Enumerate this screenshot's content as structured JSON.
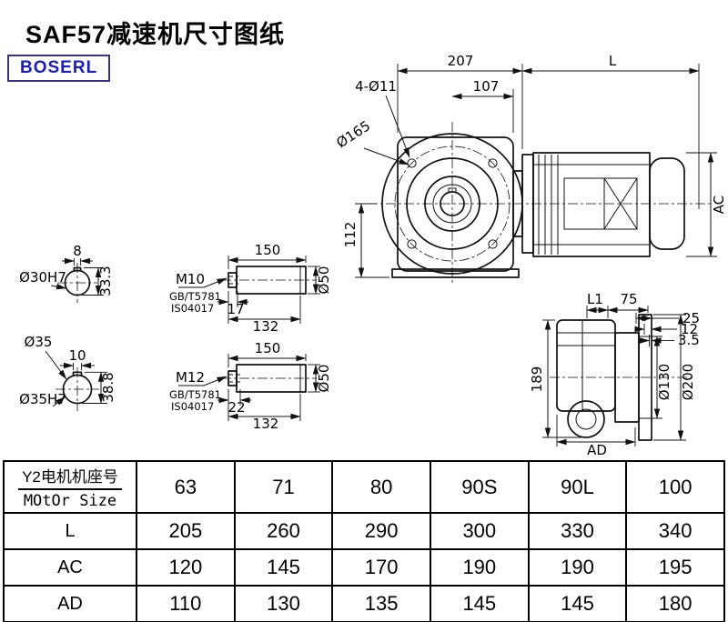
{
  "page": {
    "title": "SAF57减速机尺寸图纸",
    "logo": "BOSERL"
  },
  "front_view": {
    "dim_207": "207",
    "dim_L": "L",
    "dim_107": "107",
    "label_holes": "4-Ø11",
    "label_flange": "Ø165",
    "dim_112": "112",
    "dim_AC": "AC"
  },
  "section_a": {
    "dim_8": "8",
    "label_bore": "Ø30H7",
    "dim_333": "33.3"
  },
  "section_b": {
    "label_shaft": "Ø35",
    "dim_10": "10",
    "label_bore": "Ø35H7",
    "dim_388": "38.8"
  },
  "shaft_a": {
    "dim_150": "150",
    "label_thread": "M10",
    "dim_17": "17",
    "dim_132": "132",
    "label_dia": "Ø50",
    "std_line1": "GB/T5781",
    "std_line2": "IS04017"
  },
  "shaft_b": {
    "dim_150": "150",
    "label_thread": "M12",
    "dim_22": "22",
    "dim_132": "132",
    "label_dia": "Ø50",
    "std_line1": "GB/T5781",
    "std_line2": "IS04017"
  },
  "side_view": {
    "dim_L1": "L1",
    "dim_75": "75",
    "dim_25": "25",
    "dim_12": "12",
    "dim_35": "3.5",
    "dim_189": "189",
    "label_d130": "Ø130",
    "label_d200": "Ø200",
    "dim_AD": "AD"
  },
  "table": {
    "header_cn": "Y2电机机座号",
    "header_en": "MOtOr Size",
    "motor_sizes": [
      "63",
      "71",
      "80",
      "90S",
      "90L",
      "100"
    ],
    "rows": [
      {
        "label": "L",
        "values": [
          "205",
          "260",
          "290",
          "300",
          "330",
          "340"
        ]
      },
      {
        "label": "AC",
        "values": [
          "120",
          "145",
          "170",
          "190",
          "190",
          "195"
        ]
      },
      {
        "label": "AD",
        "values": [
          "110",
          "130",
          "135",
          "145",
          "145",
          "180"
        ]
      }
    ]
  }
}
